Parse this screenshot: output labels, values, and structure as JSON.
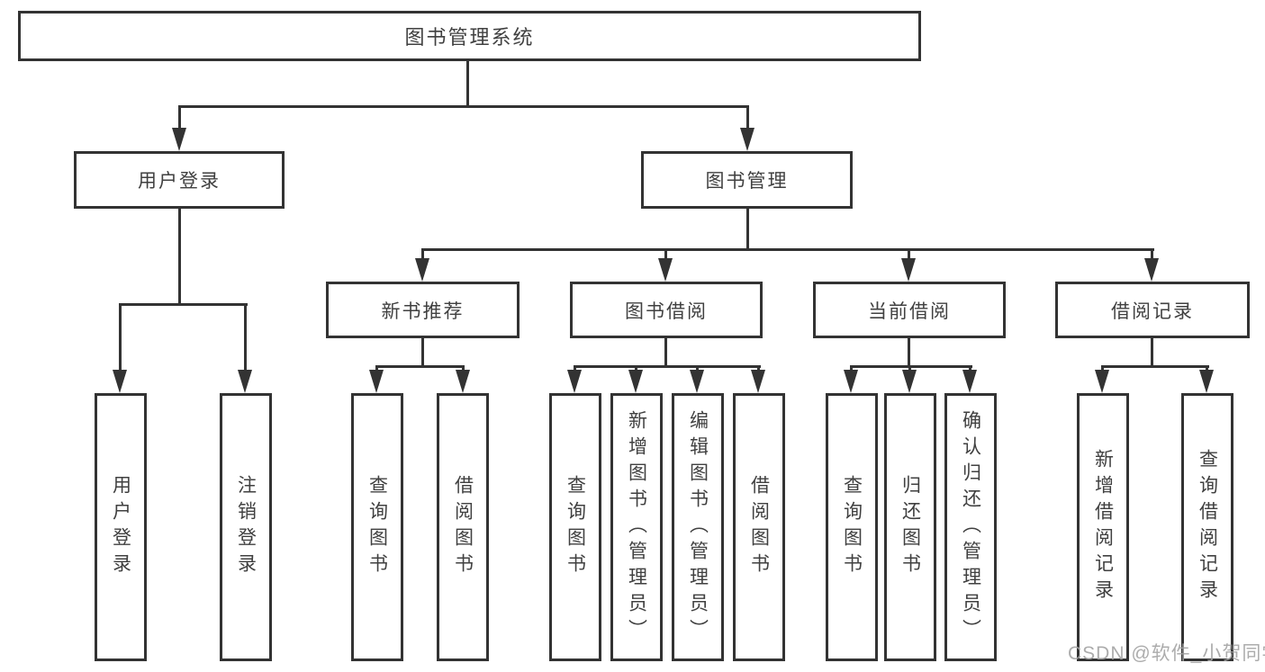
{
  "tree": {
    "root": "图书管理系统",
    "branches": [
      {
        "label": "用户登录",
        "children": [
          "用户登录",
          "注销登录"
        ]
      },
      {
        "label": "图书管理",
        "modules": [
          {
            "label": "新书推荐",
            "children": [
              "查询图书",
              "借阅图书"
            ]
          },
          {
            "label": "图书借阅",
            "children": [
              "查询图书",
              "新增图书（管理员）",
              "编辑图书（管理员）",
              "借阅图书"
            ]
          },
          {
            "label": "当前借阅",
            "children": [
              "查询图书",
              "归还图书",
              "确认归还（管理员）"
            ]
          },
          {
            "label": "借阅记录",
            "children": [
              "新增借阅记录",
              "查询借阅记录"
            ]
          }
        ]
      }
    ]
  },
  "watermark": "CSDN @软件_小贺同学",
  "colors": {
    "line": "#333333",
    "text": "#404040",
    "box_background": "#ffffff",
    "page_background": "#ffffff",
    "watermark": "#a3a3a3"
  }
}
